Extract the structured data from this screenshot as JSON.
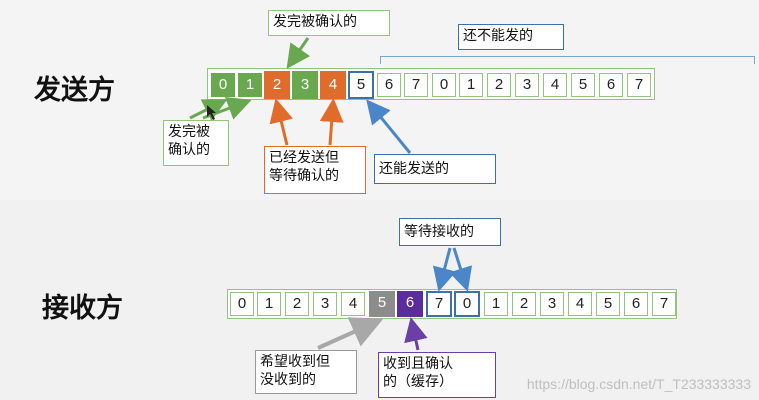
{
  "sender": {
    "title": "发送方",
    "cells": [
      "0",
      "1",
      "2",
      "3",
      "4",
      "5",
      "6",
      "7",
      "0",
      "1",
      "2",
      "3",
      "4",
      "5",
      "6",
      "7"
    ],
    "labels": {
      "acked_top": "发完被确认的",
      "not_sendable": "还不能发的",
      "acked_left": "发完被\n确认的",
      "sent_waiting": "已经发送但\n等待确认的",
      "sendable": "还能发送的"
    }
  },
  "receiver": {
    "title": "接收方",
    "cells": [
      "0",
      "1",
      "2",
      "3",
      "4",
      "5",
      "6",
      "7",
      "0",
      "1",
      "2",
      "3",
      "4",
      "5",
      "6",
      "7"
    ],
    "labels": {
      "waiting": "等待接收的",
      "expected": "希望收到但\n没收到的",
      "received": "收到且确认\n的（缓存）"
    }
  },
  "colors": {
    "green": "#6aa84f",
    "orange": "#e06c2b",
    "blue": "#3d6fa8",
    "gray": "#8c8c8c",
    "purple": "#5b2c9c"
  },
  "watermark": "https://blog.csdn.net/T_T233333333"
}
